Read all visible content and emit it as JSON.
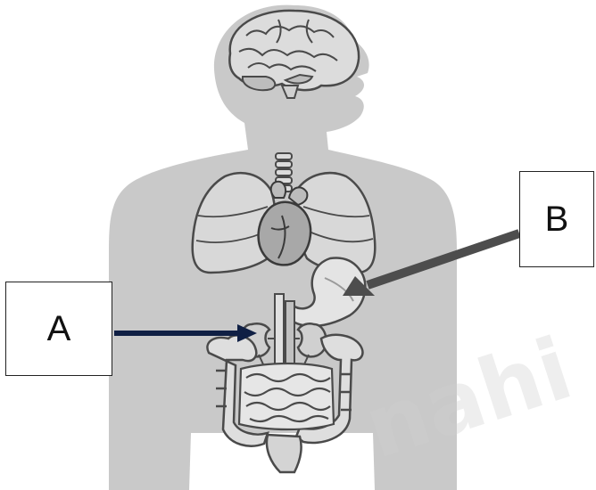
{
  "diagram": {
    "labels": {
      "a": "A",
      "b": "B"
    },
    "watermark": "nahi",
    "colors": {
      "silhouette": "#c9c9c9",
      "organ_fill": "#dcdcdc",
      "organ_stroke": "#4a4a4a",
      "arrow_a": "#0f1f44",
      "arrow_b": "#4d4d4d"
    }
  }
}
